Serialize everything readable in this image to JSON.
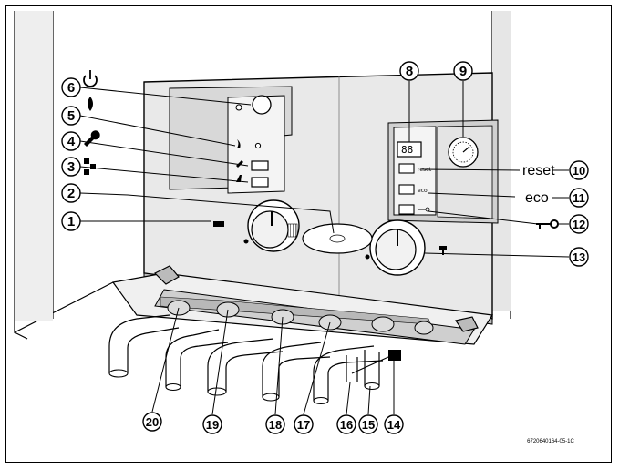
{
  "callouts": [
    {
      "num": "1"
    },
    {
      "num": "2"
    },
    {
      "num": "3"
    },
    {
      "num": "4"
    },
    {
      "num": "5"
    },
    {
      "num": "6"
    },
    {
      "num": "8"
    },
    {
      "num": "9"
    },
    {
      "num": "10"
    },
    {
      "num": "11"
    },
    {
      "num": "12"
    },
    {
      "num": "13"
    },
    {
      "num": "14"
    },
    {
      "num": "15"
    },
    {
      "num": "16"
    },
    {
      "num": "17"
    },
    {
      "num": "18"
    },
    {
      "num": "19"
    },
    {
      "num": "20"
    }
  ],
  "side_labels": {
    "reset": "reset",
    "eco": "eco"
  },
  "button_labels": {
    "reset": "reset",
    "eco": "eco"
  },
  "display_text": "88",
  "figure_ref": "6720640164-05-1C",
  "icons": [
    "power-icon",
    "flame-icon",
    "wrench-icon",
    "chimney-sweep-icon",
    "key-icon"
  ]
}
